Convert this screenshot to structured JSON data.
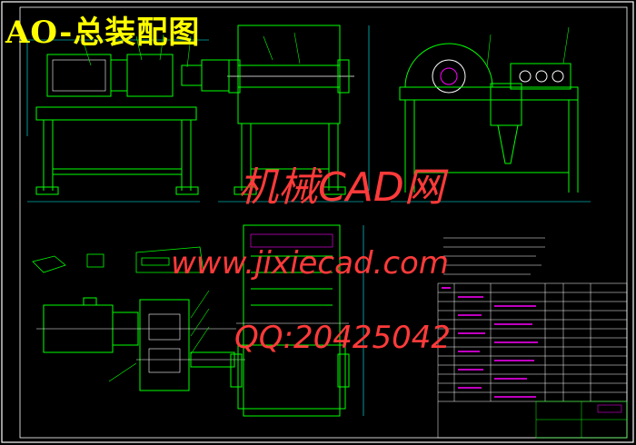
{
  "drawing": {
    "title": "AO-总装配图",
    "watermark": {
      "site_name": "机械CAD网",
      "url": "www.jixiecad.com",
      "qq": "QQ:20425042"
    },
    "colors": {
      "background": "#000000",
      "frame": "#ffffff",
      "outline": "#00ff00",
      "title": "#ffff00",
      "watermark": "#ff3a3a",
      "dimension": "#ff00ff",
      "detail": "#00ffff"
    }
  }
}
